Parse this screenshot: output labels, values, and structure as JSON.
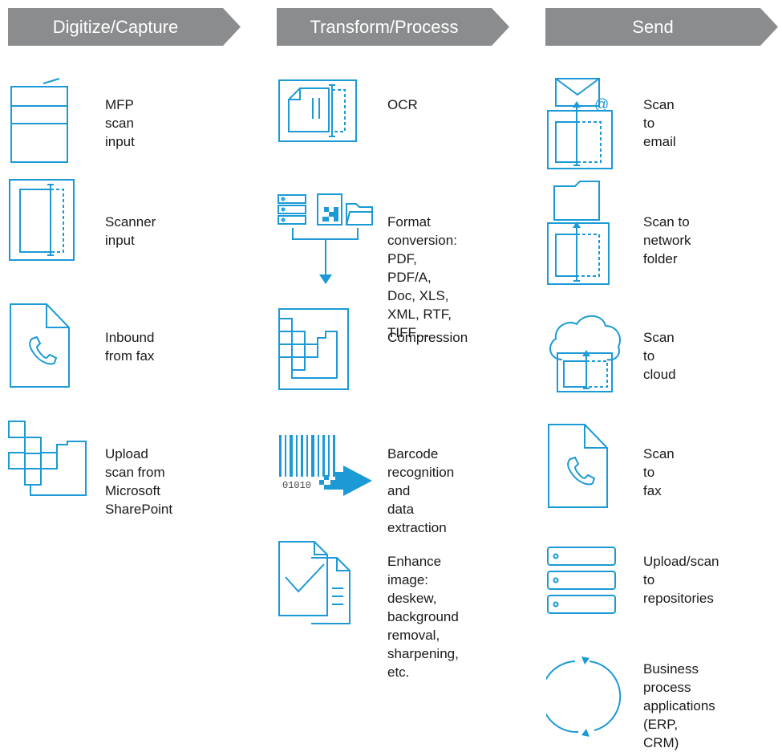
{
  "colors": {
    "header": "#8a8c8e",
    "icon": "#1b9ad6",
    "text": "#1a1a1a"
  },
  "columns": [
    {
      "header": "Digitize/Capture",
      "items": [
        {
          "label": "MFP scan input",
          "icon": "mfp-printer-icon"
        },
        {
          "label": "Scanner input",
          "icon": "flatbed-scanner-icon"
        },
        {
          "label": "Inbound from fax",
          "icon": "fax-document-icon"
        },
        {
          "label": "Upload scan from\nMicrosoft\nSharePoint",
          "icon": "sharepoint-blocks-icon"
        }
      ]
    },
    {
      "header": "Transform/Process",
      "items": [
        {
          "label": "OCR",
          "icon": "ocr-icon"
        },
        {
          "label": "Format\nconversion: PDF,\nPDF/A, Doc, XLS,\nXML, RTF, TIFF…",
          "icon": "format-conversion-icon"
        },
        {
          "label": "Compression",
          "icon": "compression-icon"
        },
        {
          "label": "Barcode\nrecognition and\ndata extraction",
          "icon": "barcode-icon",
          "barcode_digits": "01010"
        },
        {
          "label": "Enhance image:\ndeskew,\nbackground\nremoval,\nsharpening, etc.",
          "icon": "enhance-check-icon"
        }
      ]
    },
    {
      "header": "Send",
      "items": [
        {
          "label": "Scan to email",
          "icon": "scan-email-icon",
          "symbol": "@"
        },
        {
          "label": "Scan to network\nfolder",
          "icon": "scan-folder-icon"
        },
        {
          "label": "Scan to cloud",
          "icon": "scan-cloud-icon"
        },
        {
          "label": "Scan to fax",
          "icon": "scan-fax-icon"
        },
        {
          "label": "Upload/scan to\nrepositories",
          "icon": "repository-icon"
        },
        {
          "label": "Business process\napplications\n(ERP, CRM)",
          "icon": "cycle-icon"
        }
      ]
    }
  ]
}
